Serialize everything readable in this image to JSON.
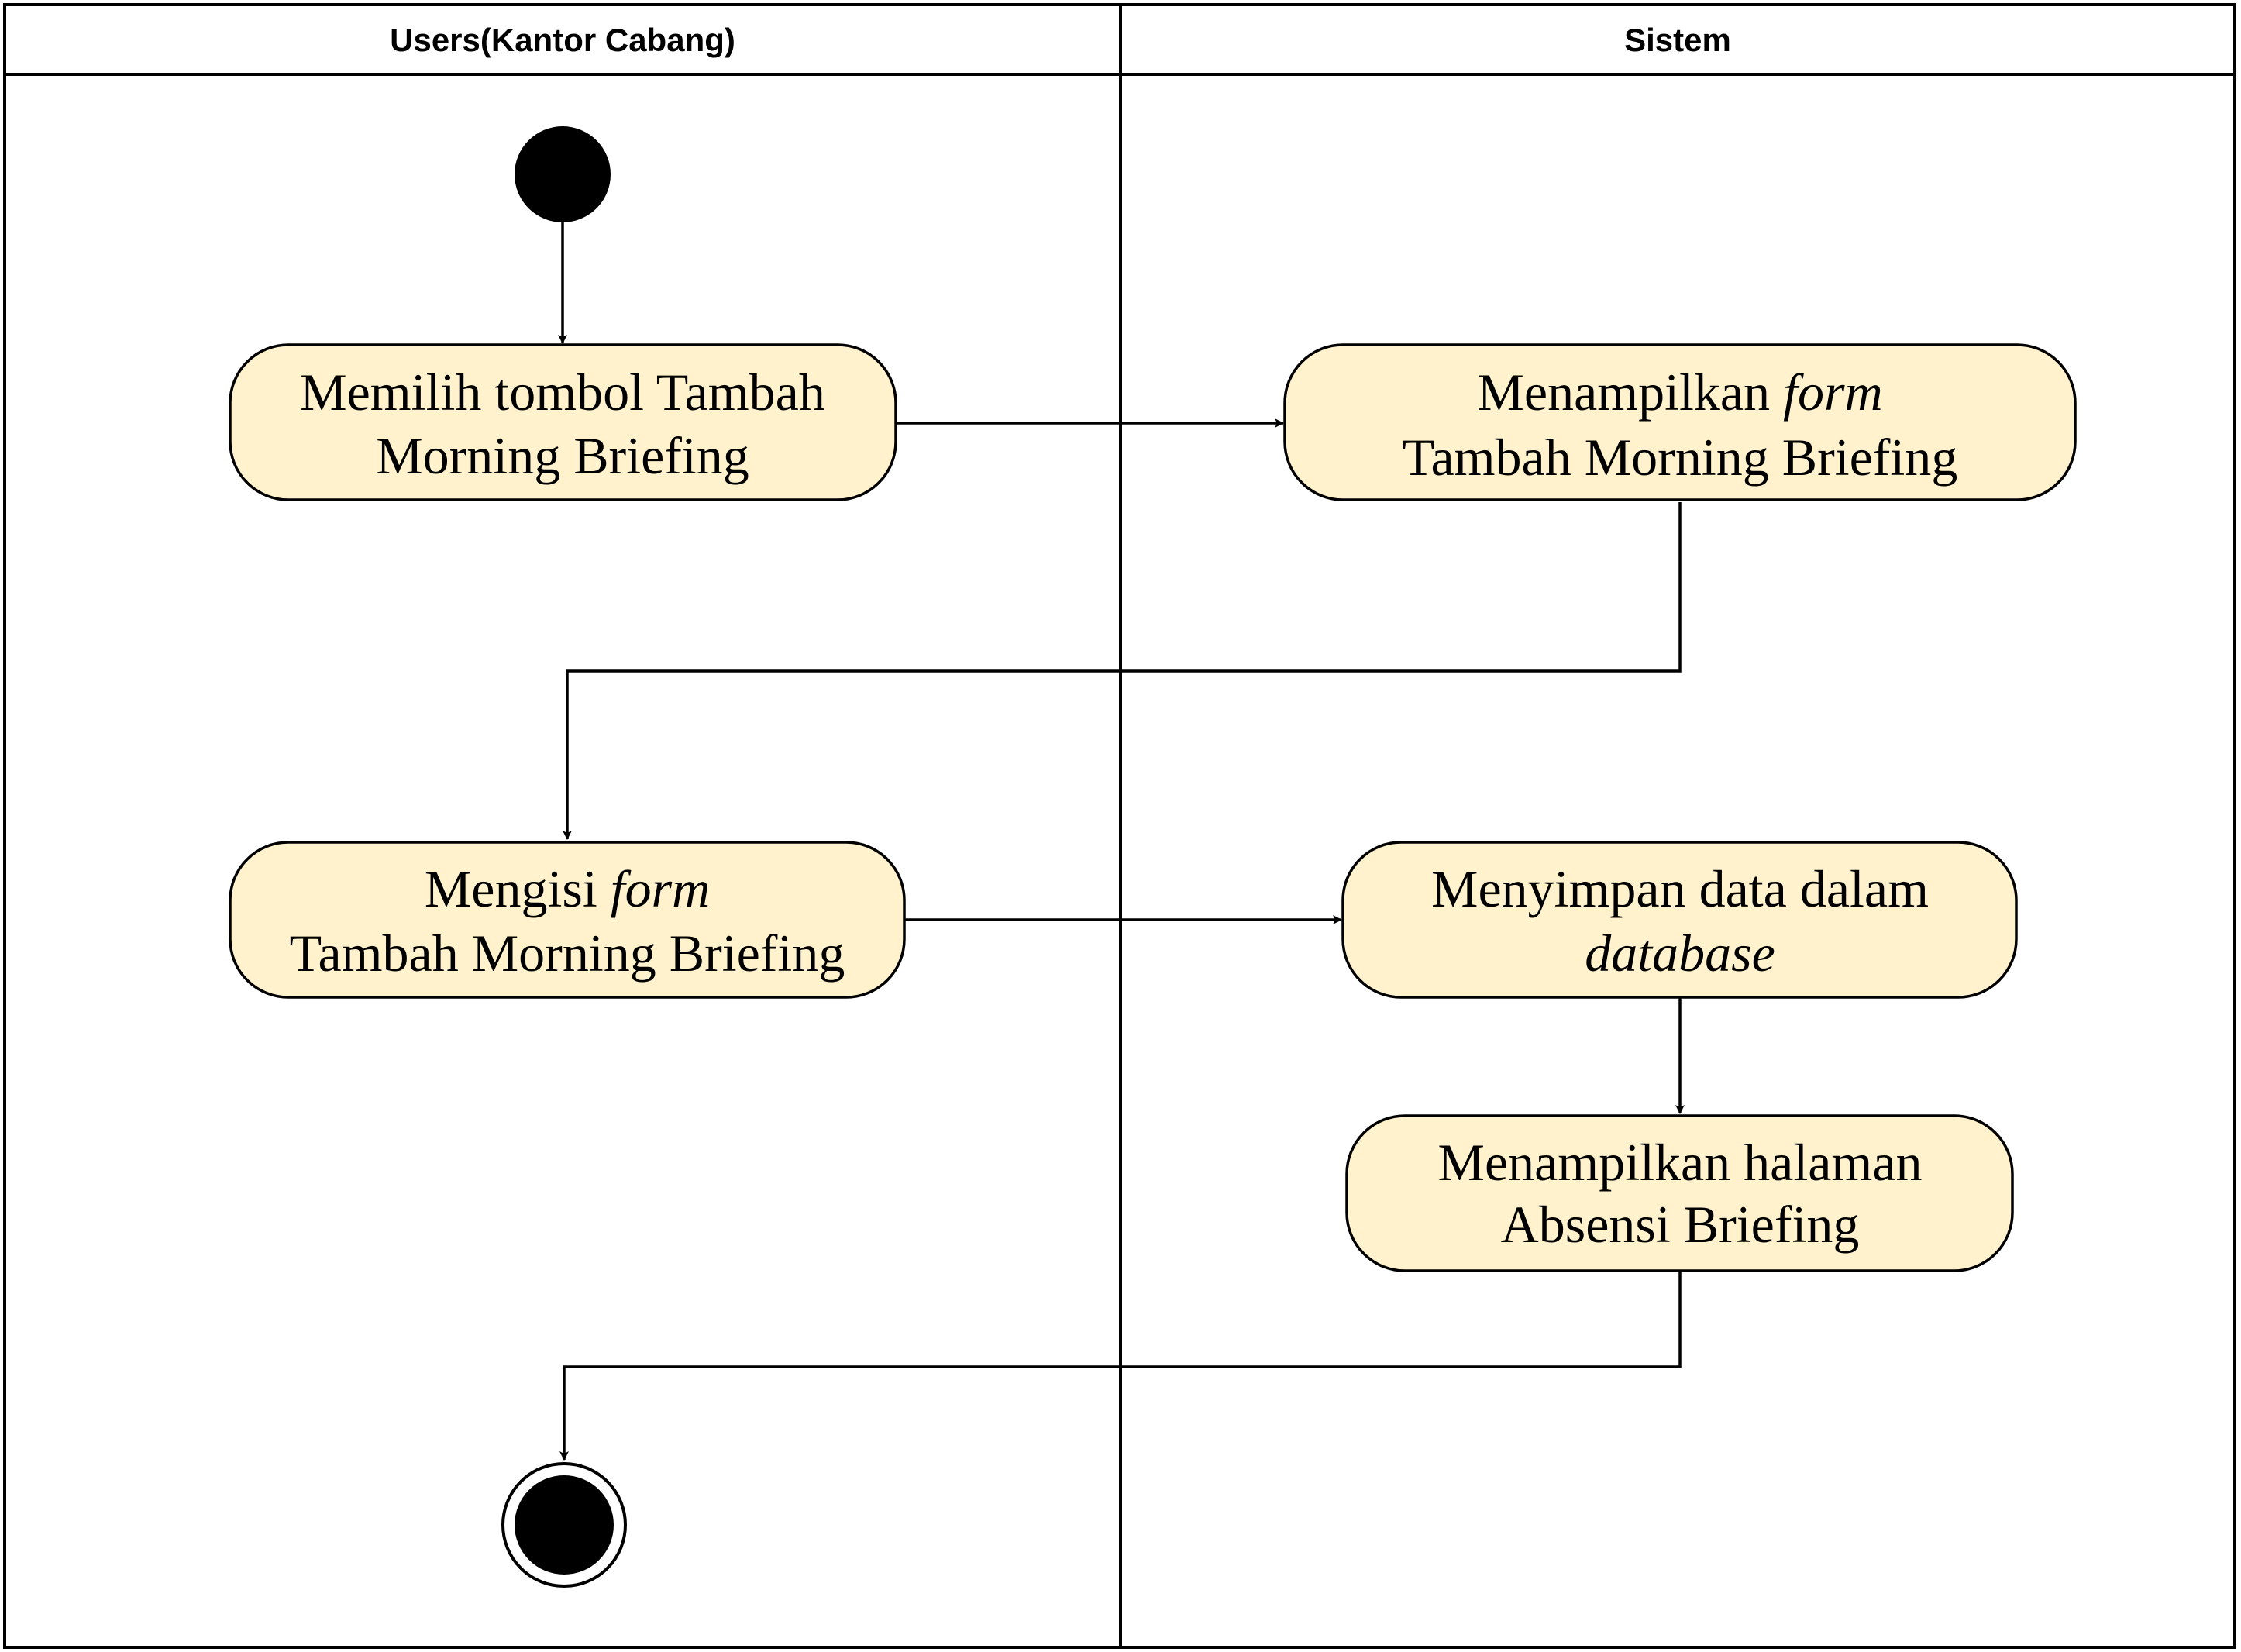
{
  "colors": {
    "activity_fill": "#fff2cc",
    "stroke": "#000000",
    "background": "#ffffff"
  },
  "lanes": {
    "users": {
      "title": "Users(Kantor Cabang)"
    },
    "sistem": {
      "title": "Sistem"
    }
  },
  "activities": {
    "pilih_tombol": {
      "line1": "Memilih tombol Tambah",
      "line2": "Morning Briefing"
    },
    "tampil_form": {
      "line1_text": "Menampilkan ",
      "line1_em": "form",
      "line2": "Tambah Morning Briefing"
    },
    "isi_form": {
      "line1_text": "Mengisi ",
      "line1_em": "form",
      "line2": "Tambah Morning Briefing"
    },
    "simpan_data": {
      "line1": "Menyimpan data dalam",
      "line2_em": "database"
    },
    "tampil_absensi": {
      "line1": "Menampilkan halaman",
      "line2": "Absensi Briefing"
    }
  },
  "icons": {
    "start": "initial-node-icon",
    "end": "final-node-icon",
    "arrowhead": "arrowhead-icon"
  }
}
